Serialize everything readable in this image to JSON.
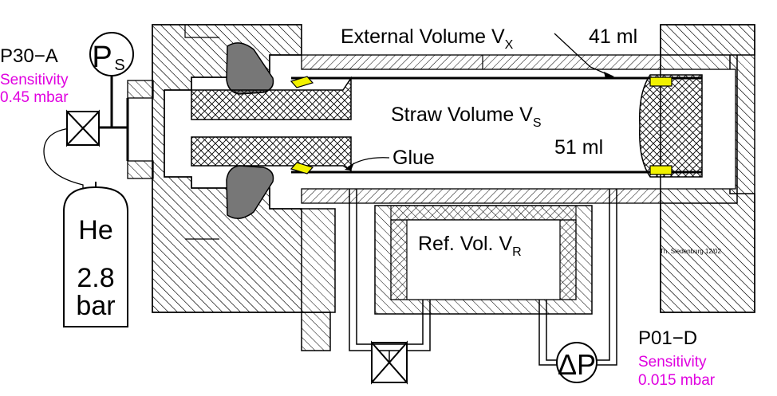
{
  "colors": {
    "hatch": "#000000",
    "sensitivity": "#e000e0",
    "glue": "#f2f200",
    "oring": "#777777",
    "line": "#000000"
  },
  "gauge_top": {
    "name": "P30−A",
    "symbol": "P",
    "symbol_sub": "S",
    "sens_label": "Sensitivity",
    "sens_value": "0.45 mbar"
  },
  "gauge_bottom": {
    "name": "P01−D",
    "symbol": "ΔP",
    "sens_label": "Sensitivity",
    "sens_value": "0.015 mbar"
  },
  "bottle": {
    "gas": "He",
    "pressure": "2.8",
    "unit": "bar"
  },
  "labels": {
    "external_main": "External Volume V",
    "external_sub": "X",
    "external_value": "41 ml",
    "straw_main": "Straw Volume V",
    "straw_sub": "S",
    "straw_value": "51 ml",
    "glue": "Glue",
    "ref_main": "Ref. Vol.  V",
    "ref_sub": "R",
    "credit": "Th. Siedenburg 12/02"
  },
  "icons": {
    "valves": "bowtie-valve-icon",
    "gauges": "circle-gauge-icon",
    "bottle": "gas-cylinder-icon"
  }
}
